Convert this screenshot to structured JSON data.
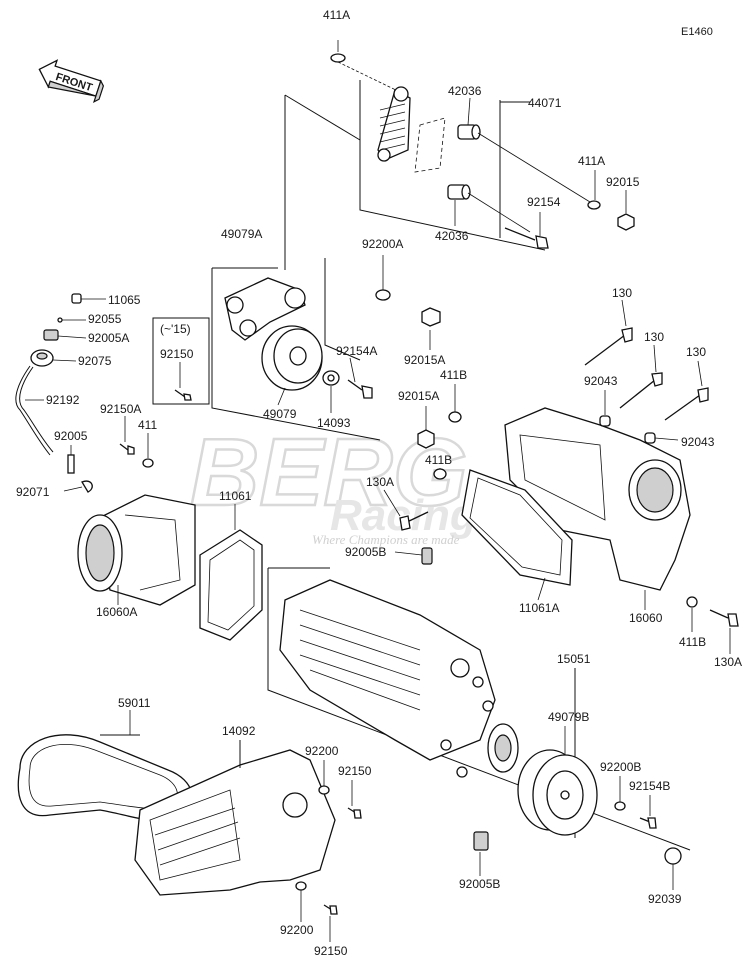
{
  "diagram_code": "E1460",
  "front_arrow_label": "FRONT",
  "watermark": {
    "main": "BERG",
    "sub": "Racing",
    "tagline": "Where Champions are made"
  },
  "bracket_note": "(~'15)",
  "labels": {
    "l411a_top": "411A",
    "l44071": "44071",
    "l42036_top": "42036",
    "l42036_bot": "42036",
    "l411a_right": "411A",
    "l92015": "92015",
    "l92154": "92154",
    "l49079a": "49079A",
    "l92200a": "92200A",
    "l11065": "11065",
    "l92055": "92055",
    "l92005a": "92005A",
    "l92075": "92075",
    "l92150_box": "92150",
    "l92154a": "92154A",
    "l92015a_1": "92015A",
    "l130_1": "130",
    "l130_2": "130",
    "l130_3": "130",
    "l92043_1": "92043",
    "l92043_2": "92043",
    "l92192": "92192",
    "l92150a": "92150A",
    "l411": "411",
    "l49079": "49079",
    "l14093": "14093",
    "l92015a_2": "92015A",
    "l411b_1": "411B",
    "l411b_2": "411B",
    "l92005": "92005",
    "l92071": "92071",
    "l11061": "11061",
    "l130a_1": "130A",
    "l92005b_1": "92005B",
    "l11061a": "11061A",
    "l16060": "16060",
    "l411b_3": "411B",
    "l130a_2": "130A",
    "l16060a": "16060A",
    "l15051": "15051",
    "l59011": "59011",
    "l14092": "14092",
    "l92200_1": "92200",
    "l92150_1": "92150",
    "l49079b": "49079B",
    "l92200b": "92200B",
    "l92154b": "92154B",
    "l92005b_2": "92005B",
    "l92039": "92039",
    "l92200_2": "92200",
    "l92150_2": "92150"
  }
}
